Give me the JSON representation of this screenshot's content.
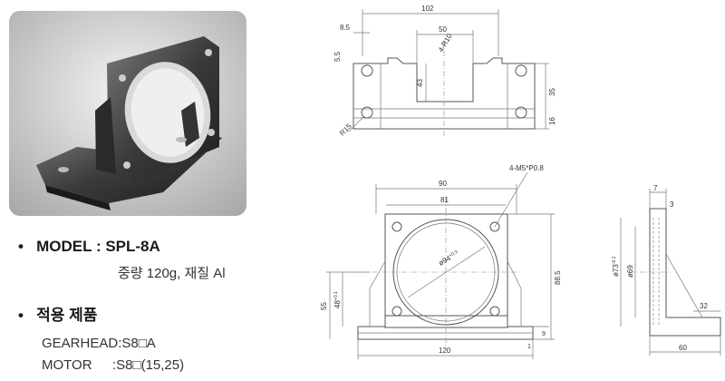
{
  "product": {
    "model_prefix": "MODEL : ",
    "model_name": "SPL-8A",
    "weight_material": "중량 120g, 재질 Al",
    "applicable_heading": "적용 제품",
    "gearhead_label": "GEARHEAD",
    "gearhead_value": ":S8□A",
    "motor_label": "MOTOR",
    "motor_value": ":S8□(15,25)"
  },
  "top_view": {
    "dim_width": "102",
    "dim_slot": "50",
    "dim_offset": "8.5",
    "dim_small": "5.5",
    "dim_radius": "4-R10",
    "dim_depth": "43",
    "dim_height": "35",
    "dim_base": "16",
    "dim_r15": "R15"
  },
  "front_view": {
    "dim_outer": "90",
    "dim_inner": "81",
    "dim_thread": "4-M5*P0.8",
    "dim_bore": "ø94",
    "dim_bore_tol": "+0.3",
    "dim_total_height": "88.5",
    "dim_h55": "55",
    "dim_h48": "48",
    "dim_h48_tol": "+0.1",
    "dim_base_width": "120",
    "dim_9": "9",
    "dim_1": "1"
  },
  "side_view": {
    "dim_7": "7",
    "dim_3": "3",
    "dim_73": "ø73",
    "dim_73_tol": "-0.1",
    "dim_69": "ø69",
    "dim_32": "32",
    "dim_60": "60"
  }
}
